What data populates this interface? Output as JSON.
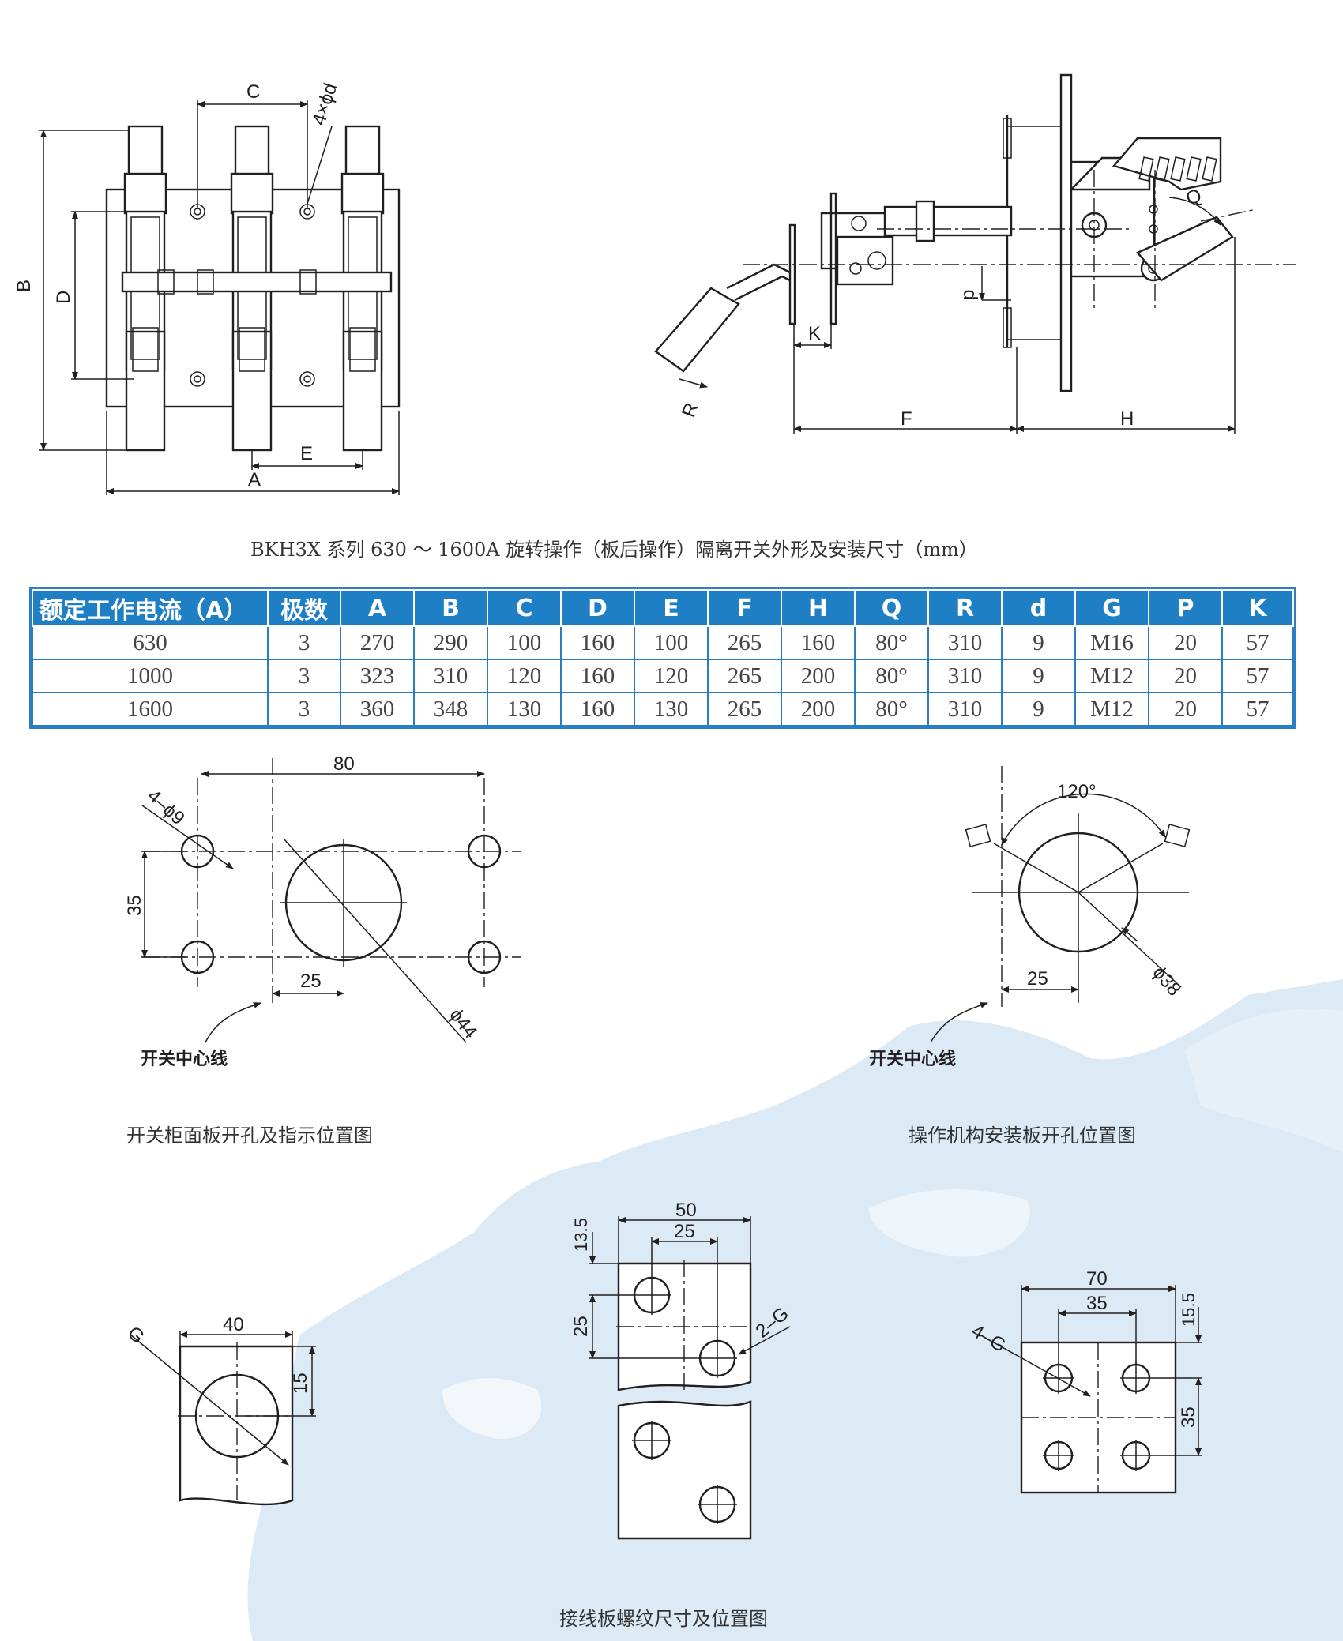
{
  "captions": {
    "main_caption": "BKH3X 系列 630 ～ 1600A 旋转操作（板后操作）隔离开关外形及安装尺寸（mm）",
    "panel_caption": "开关柜面板开孔及指示位置图",
    "mechanism_caption": "操作机构安装板开孔位置图",
    "terminal_caption": "接线板螺纹尺寸及位置图"
  },
  "table": {
    "headers": [
      "额定工作电流（A）",
      "极数",
      "A",
      "B",
      "C",
      "D",
      "E",
      "F",
      "H",
      "Q",
      "R",
      "d",
      "G",
      "P",
      "K"
    ],
    "rows": [
      [
        "630",
        "3",
        "270",
        "290",
        "100",
        "160",
        "100",
        "265",
        "160",
        "80°",
        "310",
        "9",
        "M16",
        "20",
        "57"
      ],
      [
        "1000",
        "3",
        "323",
        "310",
        "120",
        "160",
        "120",
        "265",
        "200",
        "80°",
        "310",
        "9",
        "M12",
        "20",
        "57"
      ],
      [
        "1600",
        "3",
        "360",
        "348",
        "130",
        "160",
        "130",
        "265",
        "200",
        "80°",
        "310",
        "9",
        "M12",
        "20",
        "57"
      ]
    ]
  },
  "front_view": {
    "dim_A": "A",
    "dim_B": "B",
    "dim_C": "C",
    "dim_D": "D",
    "dim_E": "E",
    "hole_label": "4×ϕd"
  },
  "side_view": {
    "dim_F": "F",
    "dim_H": "H",
    "dim_K": "K",
    "dim_R": "R",
    "dim_Q": "Q",
    "dim_p": "p"
  },
  "panel_cutout": {
    "dim_80": "80",
    "dim_35": "35",
    "dim_25": "25",
    "hole_label": "4–ϕ9",
    "dia_label": "ϕ44",
    "centerline_label": "开关中心线"
  },
  "mechanism_cutout": {
    "angle_label": "120°",
    "dim_25": "25",
    "dia_label": "ϕ38",
    "centerline_label": "开关中心线"
  },
  "terminal_plates": {
    "single": {
      "dim_40": "40",
      "dim_15": "15",
      "g_label": "G"
    },
    "double": {
      "dim_50": "50",
      "dim_25_top": "25",
      "dim_13_5": "13.5",
      "dim_25_side": "25",
      "g_label": "2–G"
    },
    "quad": {
      "dim_70": "70",
      "dim_35_top": "35",
      "dim_15_5": "15.5",
      "dim_35_side": "35",
      "g_label": "4–G"
    }
  },
  "colors": {
    "table_header": "#1f7fc4",
    "table_border": "#2a7fc3",
    "map_watermark": "#dceaf5"
  }
}
